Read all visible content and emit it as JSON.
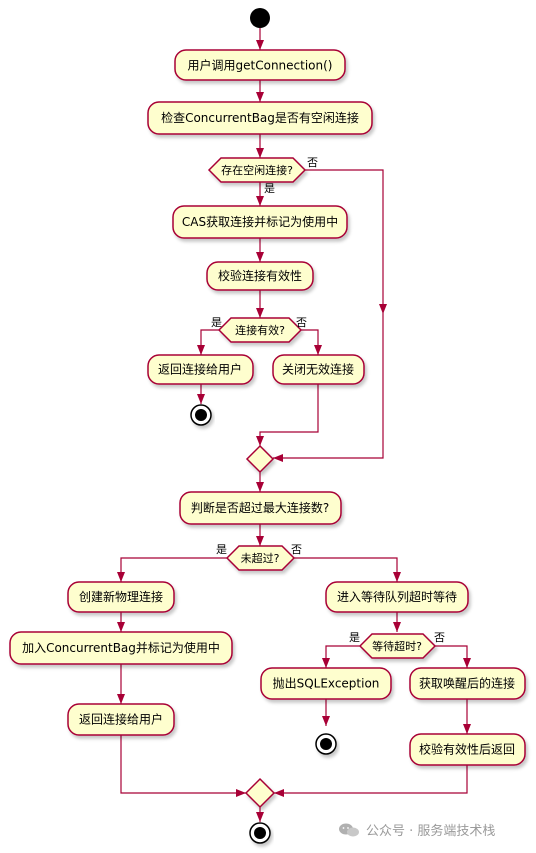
{
  "nodes": {
    "call": "用户调用getConnection()",
    "check_bag": "检查ConcurrentBag是否有空闲连接",
    "q_idle": "存在空闲连接?",
    "cas": "CAS获取连接并标记为使用中",
    "validate": "校验连接有效性",
    "q_valid": "连接有效?",
    "return1": "返回连接给用户",
    "close_invalid": "关闭无效连接",
    "q_max": "判断是否超过最大连接数?",
    "q_not_exceed": "未超过?",
    "create": "创建新物理连接",
    "add_bag": "加入ConcurrentBag并标记为使用中",
    "return2": "返回连接给用户",
    "wait": "进入等待队列超时等待",
    "q_timeout": "等待超时?",
    "throw": "抛出SQLException",
    "get_woken": "获取唤醒后的连接",
    "validate_return": "校验有效性后返回"
  },
  "branch_labels": {
    "yes": "是",
    "no": "否"
  },
  "watermark": {
    "text": "公众号 · 服务端技术栈",
    "icon": "wechat-icon"
  },
  "colors": {
    "fill": "#fefece",
    "stroke": "#a80036"
  }
}
